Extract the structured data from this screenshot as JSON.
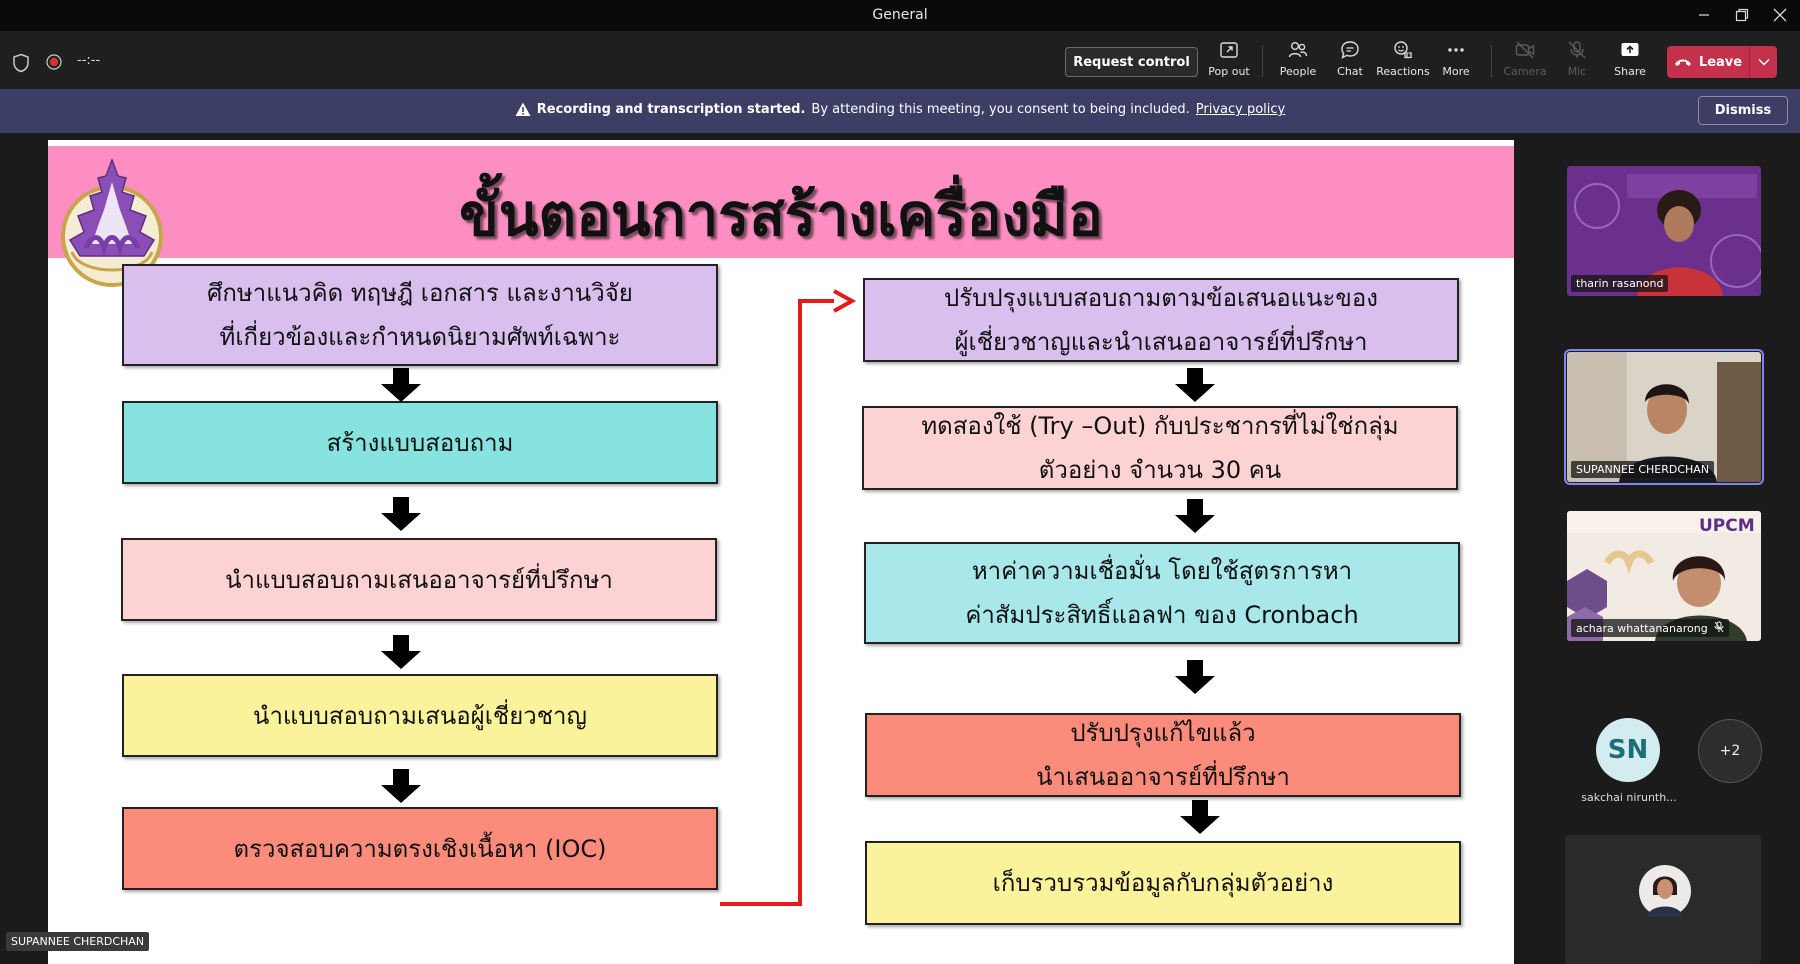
{
  "window": {
    "title": "General"
  },
  "toolbar": {
    "timer": "--:--",
    "request_control": "Request control",
    "tools": [
      {
        "label": "Pop out",
        "icon": "pop-out-icon"
      },
      {
        "label": "People",
        "icon": "people-icon"
      },
      {
        "label": "Chat",
        "icon": "chat-icon"
      },
      {
        "label": "Reactions",
        "icon": "reactions-icon"
      },
      {
        "label": "More",
        "icon": "more-icon"
      },
      {
        "label": "Camera",
        "icon": "camera-off-icon"
      },
      {
        "label": "Mic",
        "icon": "mic-off-icon"
      },
      {
        "label": "Share",
        "icon": "share-icon"
      }
    ],
    "leave": "Leave"
  },
  "banner": {
    "bold": "Recording and transcription started.",
    "text": "By attending this meeting, you consent to being included.",
    "link": "Privacy policy",
    "dismiss": "Dismiss"
  },
  "slide": {
    "title": "ขั้นตอนการสร้างเครื่องมือ",
    "left_steps": [
      {
        "lines": [
          "ศึกษาแนวคิด ทฤษฎี เอกสาร และงานวิจัย",
          "ที่เกี่ยวข้องและกำหนดนิยามศัพท์เฉพาะ"
        ],
        "color": "#d9bfee"
      },
      {
        "lines": [
          "สร้างแบบสอบถาม"
        ],
        "color": "#86e3e0"
      },
      {
        "lines": [
          "นำแบบสอบถามเสนออาจารย์ที่ปรึกษา"
        ],
        "color": "#fdd2d2"
      },
      {
        "lines": [
          "นำแบบสอบถามเสนอผู้เชี่ยวชาญ"
        ],
        "color": "#fbf39b"
      },
      {
        "lines": [
          "ตรวจสอบความตรงเชิงเนื้อหา (IOC)"
        ],
        "color": "#fb8c7c"
      }
    ],
    "right_steps": [
      {
        "lines": [
          "ปรับปรุงแบบสอบถามตามข้อเสนอแนะของ",
          "ผู้เชี่ยวชาญและนำเสนออาจารย์ที่ปรึกษา"
        ],
        "color": "#d9bfee"
      },
      {
        "lines": [
          "ทดสองใช้ (Try –Out) กับประชากรที่ไม่ใช่กลุ่ม",
          "ตัวอย่าง จำนวน 30 คน"
        ],
        "color": "#fdd2d2"
      },
      {
        "lines": [
          "หาค่าความเชื่อมั่น โดยใช้สูตรการหา",
          "ค่าสัมประสิทธิ์แอลฟา ของ Cronbach"
        ],
        "color": "#a8e8ea"
      },
      {
        "lines": [
          "ปรับปรุงแก้ไขแล้ว",
          "นำเสนออาจารย์ที่ปรึกษา"
        ],
        "color": "#fb8c7c"
      },
      {
        "lines": [
          "เก็บรวบรวมข้อมูลกับกลุ่มตัวอย่าง"
        ],
        "color": "#fbf39b"
      }
    ],
    "connector_color": "#e51a1a",
    "header_color": "#fd8ec2"
  },
  "presenter_tag": "SUPANNEE CHERDCHAN",
  "participants": [
    {
      "name": "tharin rasanond",
      "kind": "video"
    },
    {
      "name": "SUPANNEE CHERDCHAN",
      "kind": "video",
      "active": true
    },
    {
      "name": "achara whattananarong",
      "kind": "video",
      "tile_text": "UPCM",
      "muted": true
    },
    {
      "name": "sakchai nirunth...",
      "kind": "initials",
      "initials": "SN"
    },
    {
      "name": "",
      "kind": "overflow",
      "count": "+2"
    }
  ]
}
